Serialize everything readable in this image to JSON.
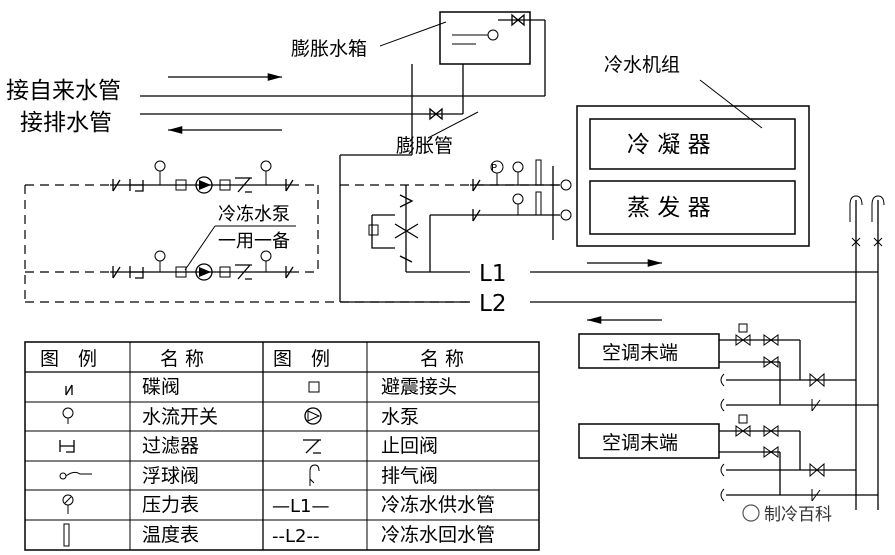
{
  "labels": {
    "expansion_tank": "膨胀水箱",
    "city_water_in": "接自来水管",
    "drain_out": "接排水管",
    "expansion_pipe": "膨胀管",
    "chiller_unit": "冷水机组",
    "condenser": "冷 凝 器",
    "evaporator": "蒸 发 器",
    "chw_pump": "冷冻水泵",
    "pump_duty": "一用一备",
    "supply_line": "L1",
    "return_line": "L2",
    "ac_terminal_1": "空调末端",
    "ac_terminal_2": "空调末端"
  },
  "legend": {
    "headers": [
      "图　例",
      "名 称",
      "图　例",
      "名 称"
    ],
    "rows": [
      {
        "sym1": "butterfly-valve",
        "name1": "碟阀",
        "sym2": "anti-vibration-joint",
        "name2": "避震接头"
      },
      {
        "sym1": "flow-switch",
        "name1": "水流开关",
        "sym2": "water-pump",
        "name2": "水泵"
      },
      {
        "sym1": "strainer",
        "name1": "过滤器",
        "sym2": "check-valve",
        "name2": "止回阀"
      },
      {
        "sym1": "float-valve",
        "name1": "浮球阀",
        "sym2": "air-vent-valve",
        "name2": "排气阀"
      },
      {
        "sym1": "pressure-gauge",
        "name1": "压力表",
        "sym2": "supply-line-symbol",
        "name2": "冷冻水供水管"
      },
      {
        "sym1": "thermometer",
        "name1": "温度表",
        "sym2": "return-line-symbol",
        "name2": "冷冻水回水管"
      }
    ],
    "line_codes": {
      "supply": "—L1—",
      "return": "--L2--"
    }
  },
  "watermark": "制冷百科"
}
